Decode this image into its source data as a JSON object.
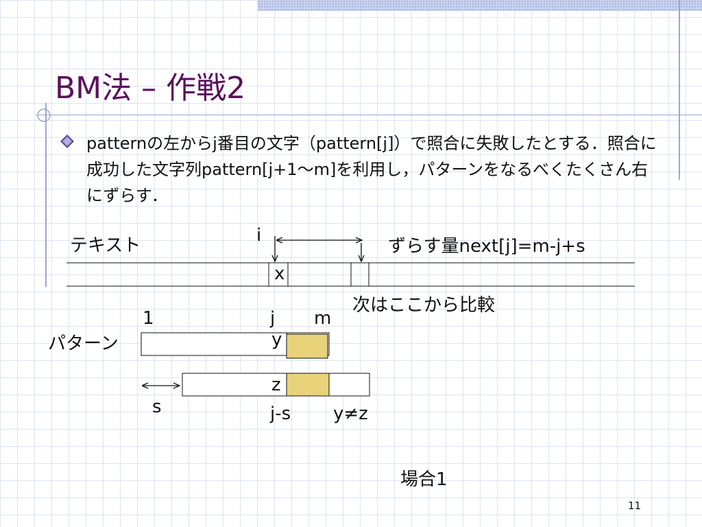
{
  "slide": {
    "title": "BM法 – 作戦2",
    "bullet": "patternの左からj番目の文字（pattern[j]）で照合に失敗したとする．照合に成功した文字列pattern[j+1〜m]を利用し，パターンをなるべくたくさん右にずらす．",
    "page_number": "11"
  },
  "diagram": {
    "text_label": "テキスト",
    "pattern_label": "パターン",
    "i_label": "i",
    "shift_label": "ずらす量next[j]=m-j+s",
    "x_label": "x",
    "next_compare_label": "次はここから比較",
    "one_label": "1",
    "j_label": "j",
    "m_label": "m",
    "y_label": "y",
    "z_label": "z",
    "s_label": "s",
    "js_label": "j-s",
    "yz_label": "y≠z",
    "case_label": "場合1",
    "highlight_color": "#e8d27a"
  }
}
